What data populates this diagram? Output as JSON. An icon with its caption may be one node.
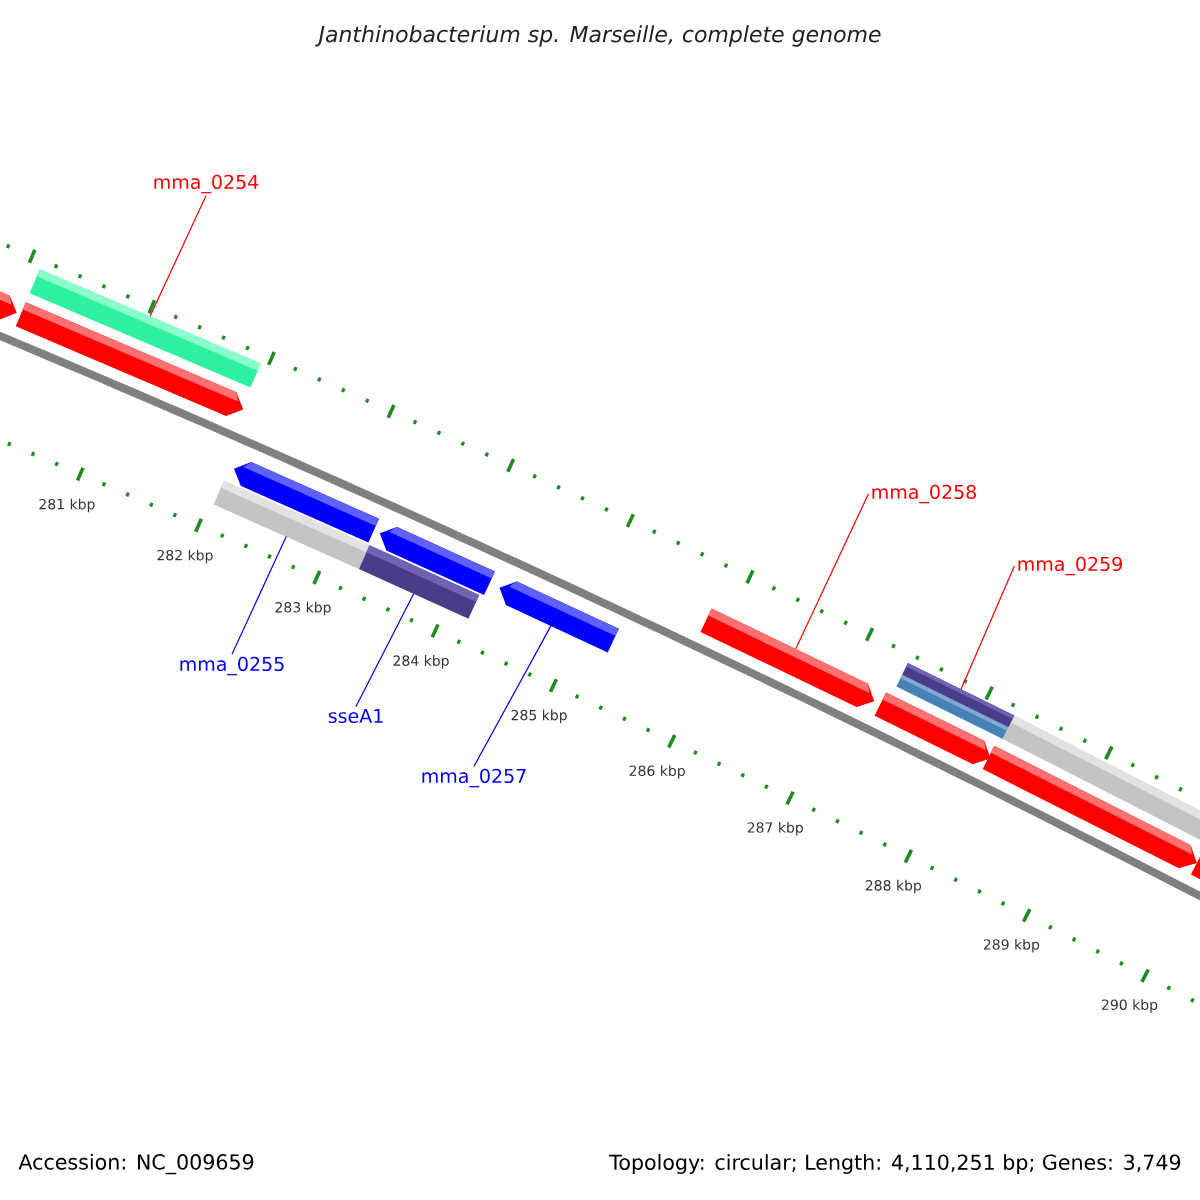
{
  "diagram": {
    "title": "Janthinobacterium sp. Marseille, complete genome",
    "nodes": [
      {
        "text": [
          "mma_0254"
        ]
      },
      {
        "text": [],
        "shape": "bar"
      },
      {
        "text": [
          "mma_0255"
        ]
      },
      {
        "text": [],
        "shape": "bar"
      },
      {
        "text": [
          "sseA1"
        ]
      },
      {
        "text": [],
        "shape": "bar"
      },
      {
        "text": [
          "mma_0257"
        ]
      },
      {
        "text": [],
        "shape": "bar"
      },
      {
        "text": [
          "mma_0258"
        ]
      },
      {
        "text": [],
        "shape": "bar"
      },
      {
        "text": [
          "mma_0259"
        ]
      },
      {
        "text": [],
        "shape": "bar"
      }
    ],
    "edges": [
      {
        "from": 0,
        "to": 1,
        "arrow": "none",
        "color": "#ff0000"
      },
      {
        "from": 2,
        "to": 3,
        "arrow": "none",
        "color": "#0000ff"
      },
      {
        "from": 4,
        "to": 5,
        "arrow": "none",
        "color": "#0000ff"
      },
      {
        "from": 6,
        "to": 7,
        "arrow": "none",
        "color": "#0000ff"
      },
      {
        "from": 8,
        "to": 9,
        "arrow": "none",
        "color": "#ff0000"
      },
      {
        "from": 10,
        "to": 11,
        "arrow": "none",
        "color": "#ff0000"
      }
    ],
    "labels": [
      "281 kbp",
      "282 kbp",
      "283 kbp",
      "284 kbp",
      "285 kbp",
      "286 kbp",
      "287 kbp",
      "288 kbp",
      "289 kbp",
      "290 kbp",
      "Accession: NC_009659",
      "Topology: circular; Length: 4,110,251 bp; Genes: 3,749"
    ]
  }
}
